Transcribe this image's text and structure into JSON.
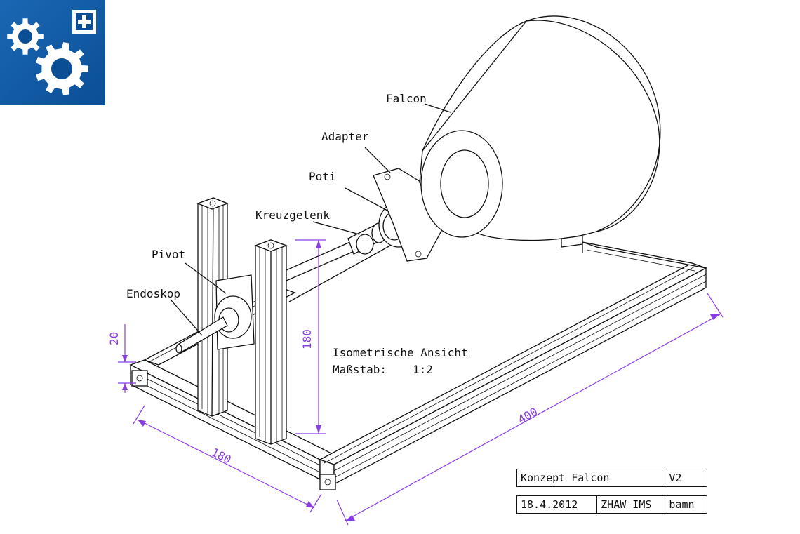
{
  "labels": {
    "falcon": "Falcon",
    "adapter": "Adapter",
    "poti": "Poti",
    "kreuzgelenk": "Kreuzgelenk",
    "pivot": "Pivot",
    "endoskop": "Endoskop"
  },
  "view": {
    "name": "Isometrische Ansicht",
    "scale_label": "Maßstab:",
    "scale_value": "1:2"
  },
  "dimensions": {
    "height_post": "180",
    "base_height": "20",
    "width": "180",
    "length": "400"
  },
  "title_block": {
    "project": "Konzept Falcon",
    "version": "V2",
    "date": "18.4.2012",
    "org": "ZHAW IMS",
    "author": "bamn"
  },
  "colors": {
    "logo_background": "#0a4f96",
    "dimension_color": "#8a3de6",
    "line_color": "#111111"
  },
  "icons": {
    "logo": "gears-plus-icon"
  }
}
